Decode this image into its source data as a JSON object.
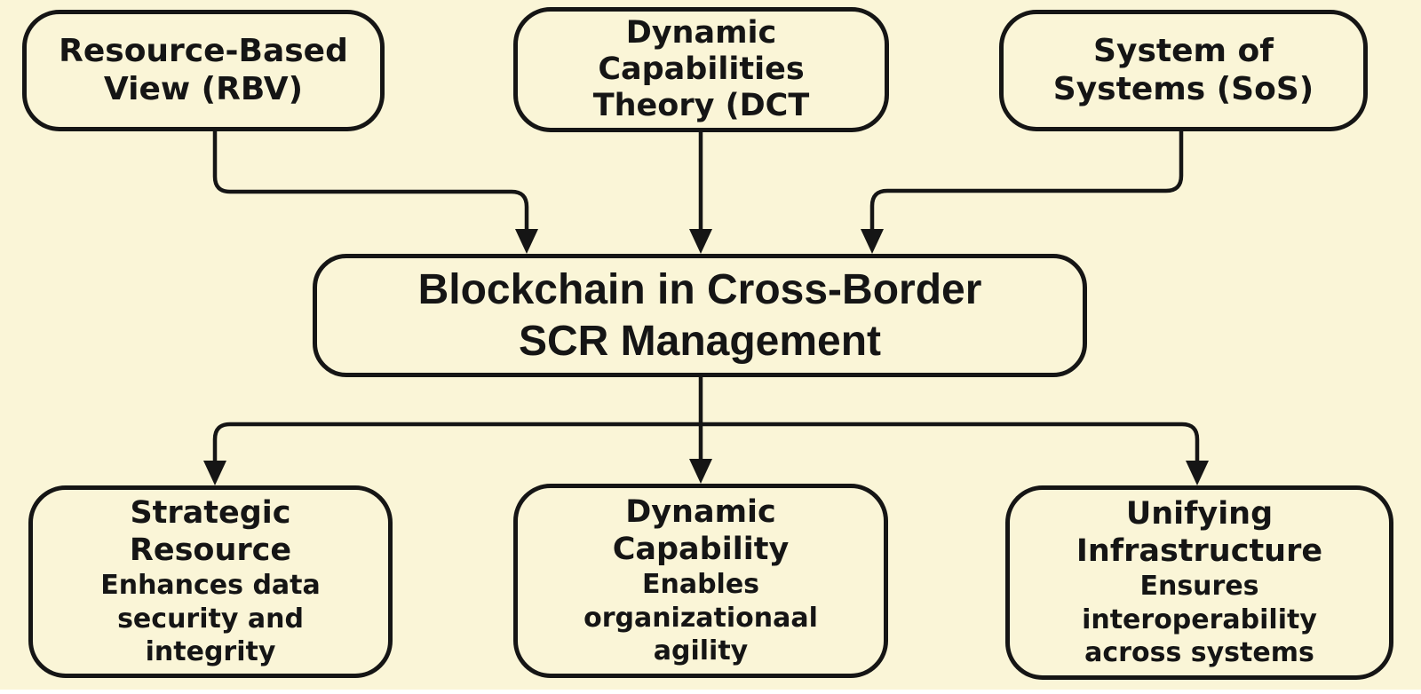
{
  "colors": {
    "stroke": "#151515",
    "page-bg": "#faf5d7",
    "strip-bg": "#ffffff"
  },
  "diagram": {
    "nodes": {
      "rbv": {
        "lines": [
          "Resource-Based",
          "View (RBV)"
        ]
      },
      "dct": {
        "lines": [
          "Dynamic",
          "Capabilities",
          "Theory (DCT"
        ]
      },
      "sos": {
        "lines": [
          "System of",
          "Systems (SoS)"
        ]
      },
      "center": {
        "lines": [
          "Blockchain in Cross-Border",
          "SCR Management"
        ]
      },
      "strategic": {
        "title_lines": [
          "Strategic",
          "Resource"
        ],
        "desc_lines": [
          "Enhances data",
          "security and",
          "integrity"
        ]
      },
      "dynamic_capability": {
        "title_lines": [
          "Dynamic",
          "Capability"
        ],
        "desc_lines": [
          "Enables",
          "organizationaal",
          "agility"
        ]
      },
      "unifying": {
        "title_lines": [
          "Unifying",
          "Infrastructure"
        ],
        "desc_lines": [
          "Ensures",
          "interoperability",
          "across systems"
        ]
      }
    }
  }
}
